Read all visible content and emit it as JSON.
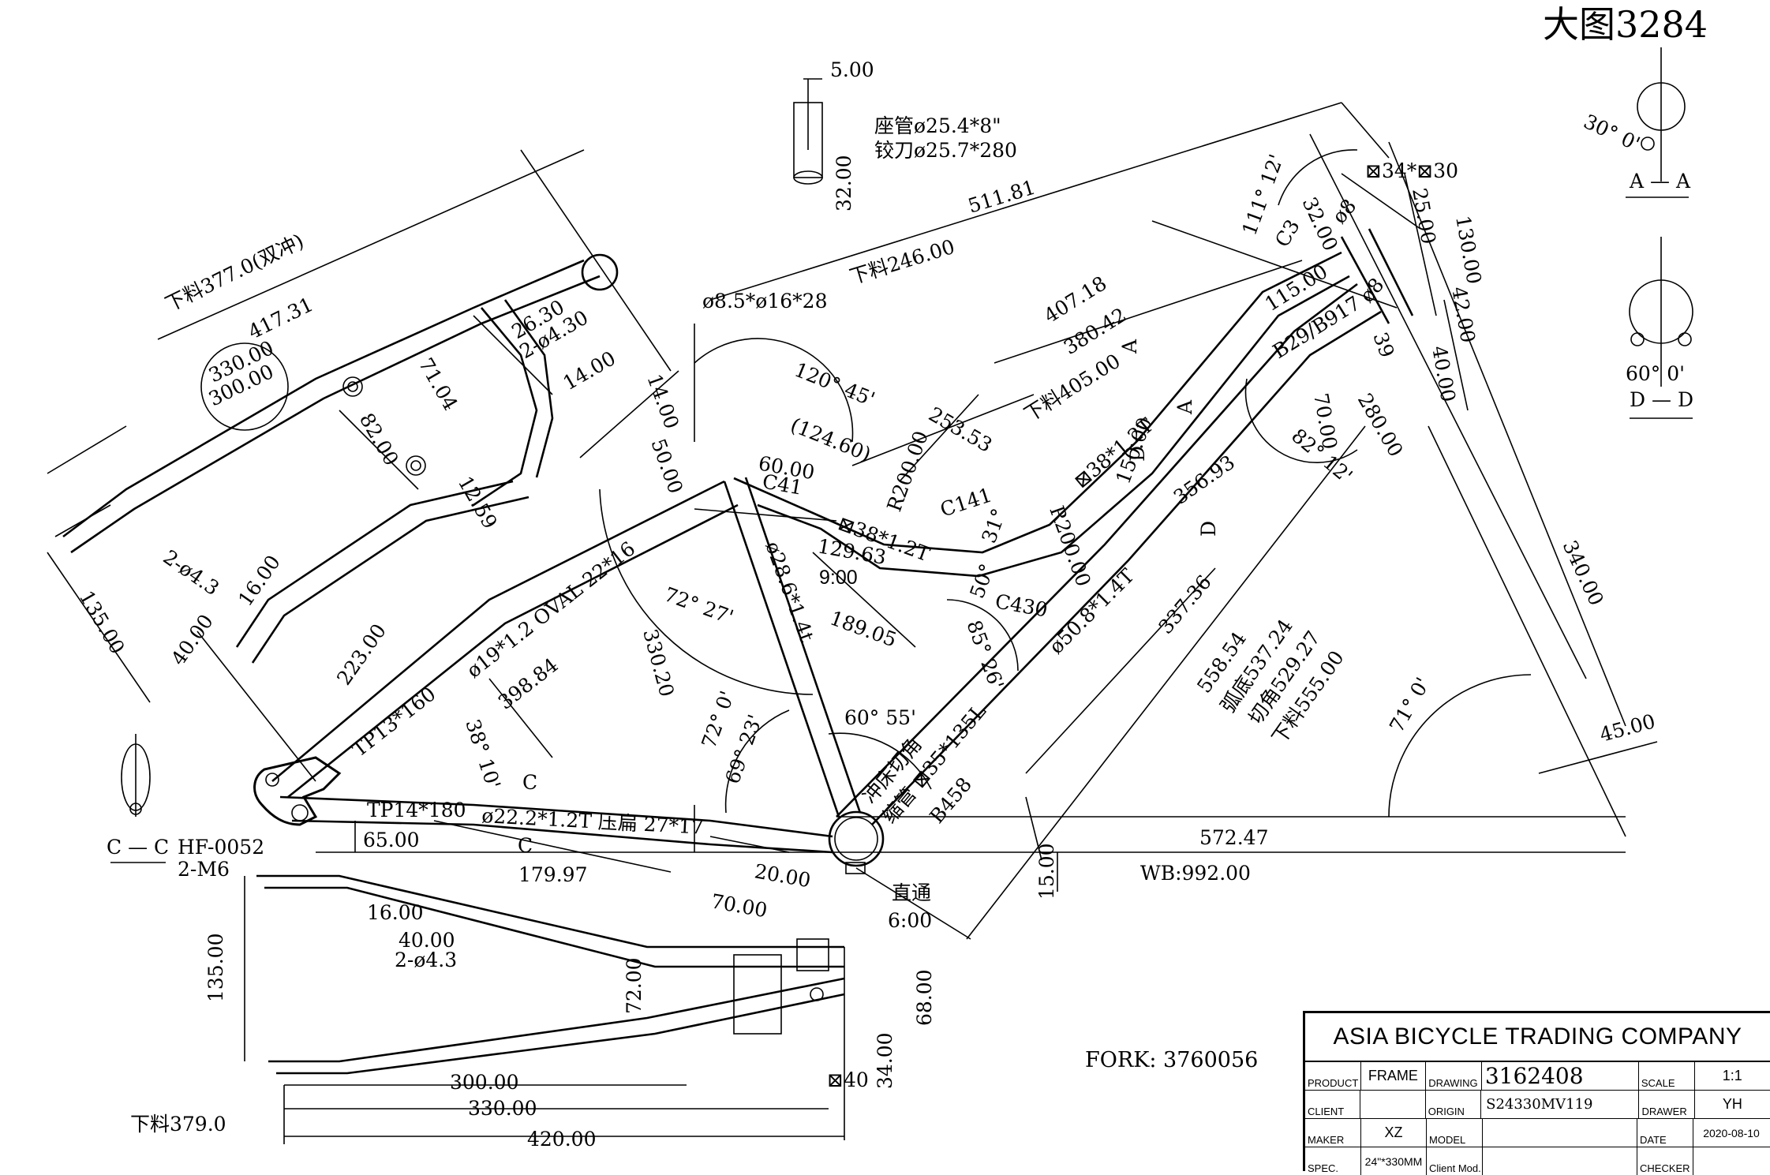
{
  "drawing_ref": "大图3284",
  "fork": "FORK: 3760056",
  "section_labels": {
    "aa_angle": "30° 0'",
    "aa": "A — A",
    "dd_angle": "60° 0'",
    "dd": "D — D",
    "cc": "C — C",
    "hf": "HF-0052",
    "m6": "2-M6"
  },
  "notes": {
    "seat_tube": "座管ø25.4*8\"",
    "reamer": "铰刀ø25.7*280",
    "top_cut": "下料377.0(双冲)",
    "cut_246": "下料246.00",
    "cut_405": "下料405.00",
    "arc_bottom": "弧底537.24",
    "cut_angle": "切角529.27",
    "cut_555": "下料555.00",
    "stamp_cut": "冲床切角",
    "shrink": "缩管 ⊠35*135L",
    "straight": "直通",
    "cut_379": "下料379.0"
  },
  "dims": {
    "d5": "5.00",
    "d32": "32.00",
    "d51181": "511.81",
    "d41731": "417.31",
    "d330": "330.00",
    "d300": "300.00",
    "d7104": "71.04",
    "d8200": "82.00",
    "d1259": "12.59",
    "d2630": "26.30",
    "d2hole": "2-ø4.30",
    "d1400": "14.00",
    "d1400b": "14.00",
    "d8516": "ø8.5*ø16*28",
    "d5000": "50.00",
    "d12045": "120° 45'",
    "d12460": "(124.60)",
    "d6000": "60.00",
    "c41": "C41",
    "d3812t": "⊠38*1.2T",
    "d12963": "129.63",
    "d900": "9:00",
    "d40718": "407.18",
    "d38042": "380.42",
    "d11112": "111° 12'",
    "d3430": "⊠34*⊠30",
    "d2500": "25.00",
    "d13000": "130.00",
    "d3200b": "32.00",
    "c3": "C3",
    "d8a": "ø8",
    "d8b": "ø8",
    "d4200": "42.00",
    "d11500": "115.00",
    "b29": "B29/B917",
    "d39": "39",
    "d4000": "40.00",
    "d7000": "70.00",
    "d28000": "280.00",
    "d8212": "82° 12'",
    "d25353": "253.53",
    "r200a": "R200.00",
    "c141": "C141",
    "r200b": "R200.00",
    "d3121": "31°",
    "d38127": "⊠38*1.2T",
    "d15000": "150.00",
    "d35693": "356.93",
    "d50": "50°",
    "c430": "C430",
    "d8526": "85° 26'",
    "d5081": "ø50.8*1.4T",
    "d33736": "337.36",
    "d34000": "340.00",
    "d55854": "558.54",
    "d710": "71° 0'",
    "d4500": "45.00",
    "d286": "ø28.6*1.4t",
    "d18905": "189.05",
    "d33020": "330.20",
    "d7227": "72° 27'",
    "d39884": "398.84",
    "d19": "ø19*1.2 OVAL 22*16",
    "d22300": "223.00",
    "d2hole43": "2-ø4.3",
    "d1600": "16.00",
    "d13500": "135.00",
    "d4000b": "40.00",
    "tp13": "TP13*160",
    "d3810": "38° 10'",
    "d720": "72° 0'",
    "d6923": "69° 23'",
    "d6055": "60° 55'",
    "b458": "B458",
    "tp14": "TP14*180",
    "d222": "ø22.2*1.2T 压扁 27*17",
    "d6500": "65.00",
    "d17997": "179.97",
    "d2000": "20.00",
    "d57247": "572.47",
    "d1500": "15.00",
    "wb": "WB:992.00",
    "d600": "6:00",
    "d7000b": "70.00",
    "d1600b": "16.00",
    "d4000c": "40.00",
    "d2hole43b": "2-ø4.3",
    "d13500b": "135.00",
    "d7200": "72.00",
    "d6800": "68.00",
    "d3400": "34.00",
    "d40box": "⊠40",
    "d30000": "300.00",
    "d33000": "330.00",
    "d42000": "420.00",
    "c_mark1": "C",
    "c_mark2": "C",
    "a_mark1": "A",
    "a_mark2": "A",
    "d_mark1": "D",
    "d_mark2": "D"
  },
  "title_block": {
    "company": "ASIA BICYCLE TRADING COMPANY",
    "product_label": "PRODUCT",
    "product": "FRAME",
    "drawing_label": "DRAWING",
    "drawing": "3162408",
    "scale_label": "SCALE",
    "scale": "1:1",
    "client_label": "CLIENT",
    "client": "",
    "origin_label": "ORIGIN",
    "origin": "S24330MV119",
    "drawer_label": "DRAWER",
    "drawer": "YH",
    "maker_label": "MAKER",
    "maker": "XZ",
    "model_label": "MODEL",
    "model": "",
    "date_label": "DATE",
    "date": "2020-08-10",
    "spec_label": "SPEC.",
    "spec": "24\"*330MM",
    "client_mod_label": "Client Mod.",
    "client_mod": "",
    "checker_label": "CHECKER",
    "checker": ""
  }
}
